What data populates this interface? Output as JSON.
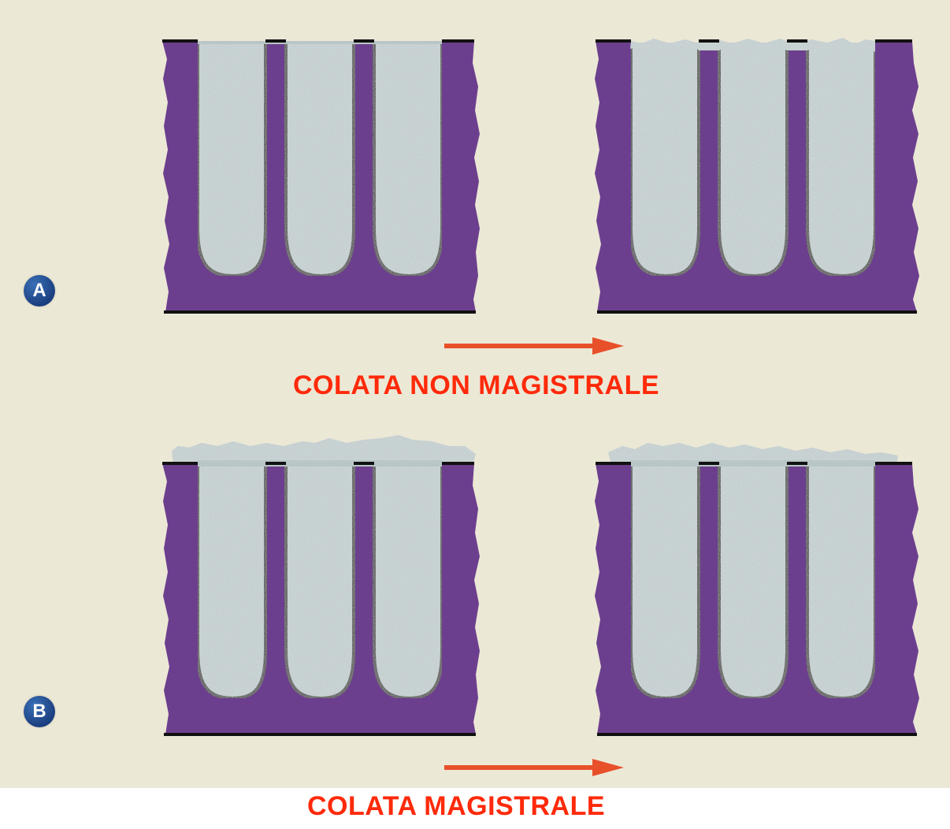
{
  "colors": {
    "mold": "#6c3f8e",
    "mold_edge": "#111111",
    "slurry": "#b9c6c7",
    "arrow": "#e8502a",
    "caption": "#ff2a0a",
    "badge": "#1f4a8f",
    "paper": "#ece8d6"
  },
  "rows": [
    {
      "badge": "A",
      "caption": "COLATA NON MAGISTRALE",
      "panels": [
        {
          "state": "cavities-filled-level-with-mold-top"
        },
        {
          "state": "cavities-with-shrinkage-dips-at-top"
        }
      ]
    },
    {
      "badge": "B",
      "caption": "COLATA MAGISTRALE",
      "panels": [
        {
          "state": "slurry-reservoir-above-mold"
        },
        {
          "state": "reservoir-reduced-cavities-full"
        }
      ]
    }
  ]
}
